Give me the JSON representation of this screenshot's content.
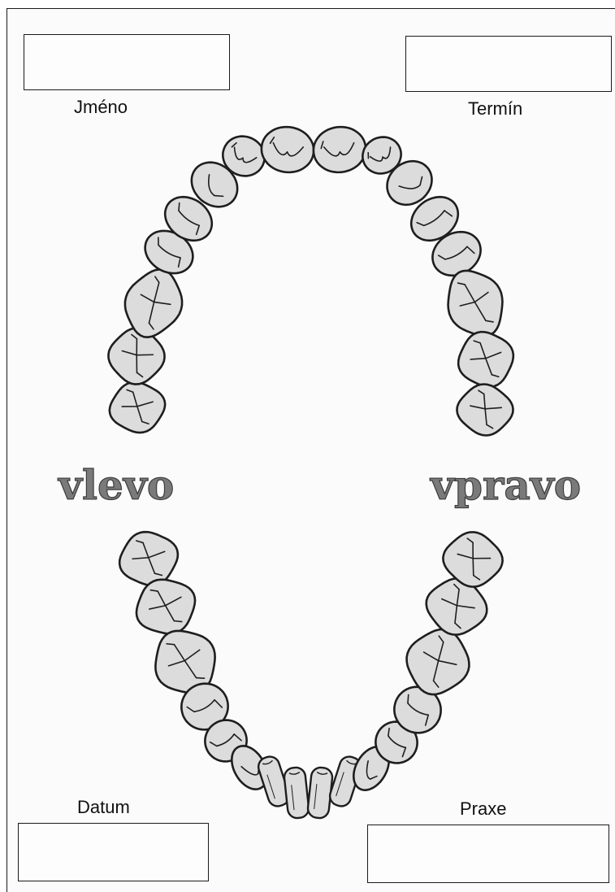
{
  "fields": {
    "name_label": "Jméno",
    "term_label": "Termín",
    "date_label": "Datum",
    "practice_label": "Praxe"
  },
  "sides": {
    "left_label": "vlevo",
    "right_label": "vpravo"
  },
  "colors": {
    "tooth_fill": "#dcdcdc",
    "tooth_outline": "#1e1e1e",
    "side_label": "#7a7a7a"
  }
}
